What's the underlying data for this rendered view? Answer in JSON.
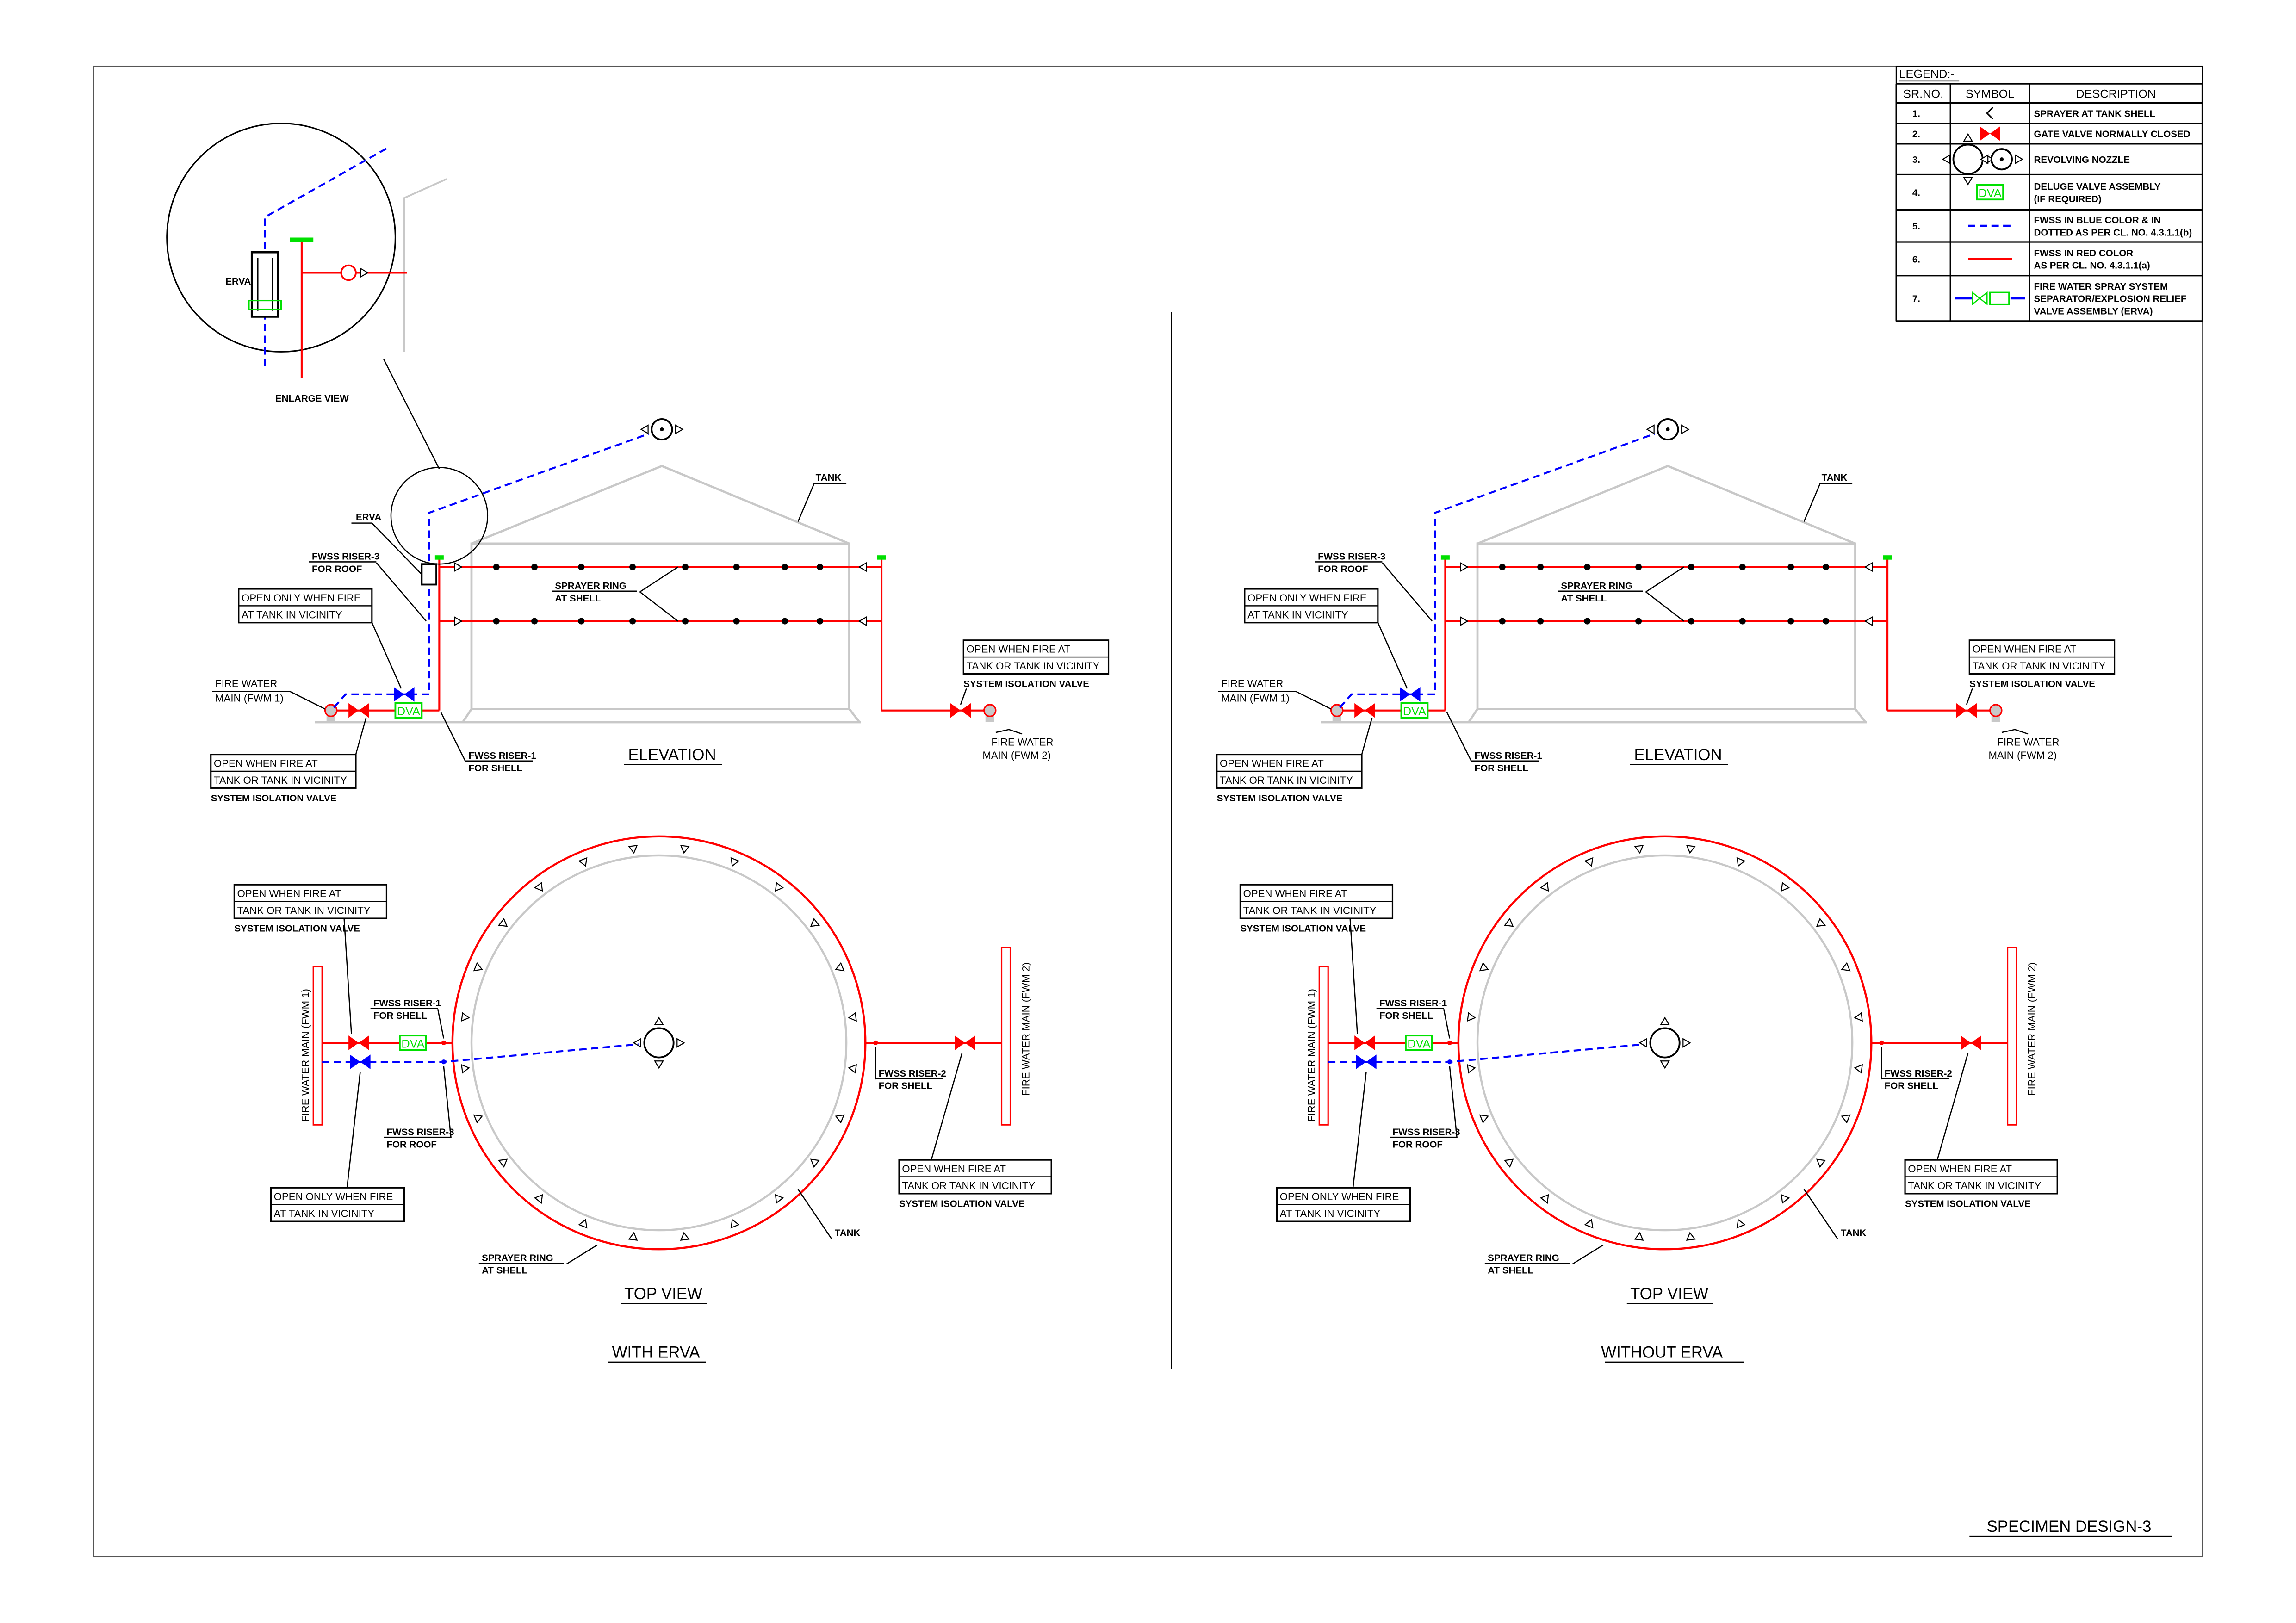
{
  "legend": {
    "title": "LEGEND:-",
    "headers": [
      "SR.NO.",
      "SYMBOL",
      "DESCRIPTION"
    ],
    "rows": [
      {
        "no": "1.",
        "symbol": "sprayer-icon",
        "desc": [
          "SPRAYER AT TANK SHELL"
        ]
      },
      {
        "no": "2.",
        "symbol": "gate-valve-icon",
        "desc": [
          "GATE VALVE NORMALLY CLOSED"
        ]
      },
      {
        "no": "3.",
        "symbol": "revolving-nozzle-icon",
        "desc": [
          "REVOLVING NOZZLE"
        ]
      },
      {
        "no": "4.",
        "symbol": "dva-icon",
        "desc": [
          "DELUGE VALVE ASSEMBLY",
          "(IF REQUIRED)"
        ]
      },
      {
        "no": "5.",
        "symbol": "blue-dashed-pipe-icon",
        "desc": [
          "FWSS IN BLUE COLOR & IN",
          "DOTTED AS PER CL. NO. 4.3.1.1(b)"
        ]
      },
      {
        "no": "6.",
        "symbol": "red-pipe-icon",
        "desc": [
          "FWSS IN RED COLOR",
          "AS PER CL. NO. 4.3.1.1(a)"
        ]
      },
      {
        "no": "7.",
        "symbol": "erva-icon",
        "desc": [
          "FIRE WATER SPRAY SYSTEM",
          "SEPARATOR/EXPLOSION RELIEF",
          "VALVE ASSEMBLY (ERVA)"
        ]
      }
    ]
  },
  "dva_label": "DVA",
  "labels": {
    "erva": "ERVA",
    "enlarge_view": "ENLARGE VIEW",
    "tank": "TANK",
    "riser3": [
      "FWSS RISER-3",
      "FOR ROOF"
    ],
    "riser1": [
      "FWSS RISER-1",
      "FOR SHELL"
    ],
    "riser2": [
      "FWSS RISER-2",
      "FOR SHELL"
    ],
    "sprayer_ring": [
      "SPRAYER RING",
      "AT SHELL"
    ],
    "open_only": [
      "OPEN ONLY WHEN FIRE",
      "AT TANK IN VICINITY"
    ],
    "open_when": [
      "OPEN WHEN FIRE AT",
      "TANK OR TANK IN VICINITY"
    ],
    "isolation": "SYSTEM ISOLATION VALVE",
    "fwm1": [
      "FIRE WATER",
      "MAIN  (FWM 1)"
    ],
    "fwm2": [
      "FIRE WATER",
      "MAIN  (FWM 2)"
    ],
    "fwm1_vertical": "FIRE WATER MAIN (FWM 1)",
    "fwm2_vertical": "FIRE WATER MAIN (FWM 2)",
    "elevation": "ELEVATION",
    "top_view": "TOP VIEW"
  },
  "panels": [
    {
      "caption": "WITH ERVA",
      "erva": true
    },
    {
      "caption": "WITHOUT ERVA",
      "erva": false
    }
  ],
  "footer": "SPECIMEN DESIGN-3",
  "colors": {
    "red": "#ff0000",
    "blue": "#0000ff",
    "green": "#00e000",
    "gray": "#c8c8c8"
  }
}
